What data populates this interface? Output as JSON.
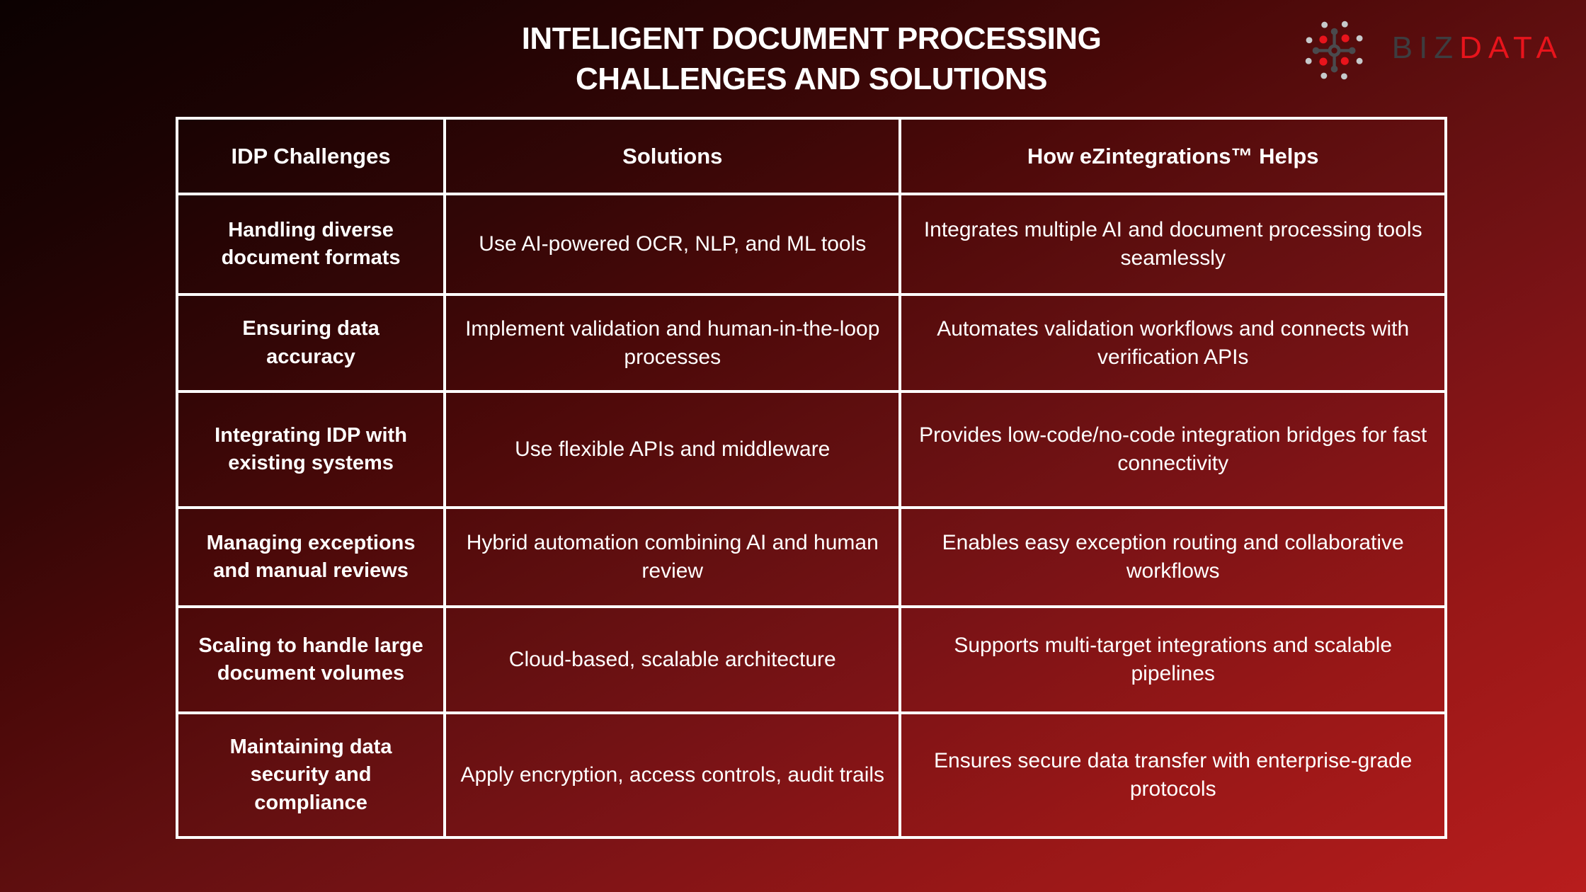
{
  "page": {
    "title_line1": "INTELIGENT DOCUMENT PROCESSING",
    "title_line2": "CHALLENGES AND SOLUTIONS"
  },
  "logo": {
    "brand": "BizData",
    "text_primary": "BIZ",
    "text_secondary": "DATA",
    "icon": "dot-network-icon",
    "colors": {
      "red": "#e8141c",
      "dark_gray": "#4a4a4d",
      "light_gray": "#c6c9cb"
    }
  },
  "colors": {
    "background_gradient_start": "#0b0101",
    "background_gradient_end": "#b81d1d",
    "table_border": "#ffffff",
    "text": "#ffffff"
  },
  "table": {
    "headers": [
      "IDP Challenges",
      "Solutions",
      "How eZintegrations™ Helps"
    ],
    "rows": [
      {
        "challenge": "Handling diverse\ndocument formats",
        "solution": "Use AI-powered OCR, NLP, and ML tools",
        "help": "Integrates multiple AI and document processing tools seamlessly"
      },
      {
        "challenge": "Ensuring data\naccuracy",
        "solution": "Implement validation and human-in-the-loop processes",
        "help": "Automates validation workflows and connects with verification APIs"
      },
      {
        "challenge": "Integrating IDP with\nexisting systems",
        "solution": "Use flexible APIs and middleware",
        "help": "Provides low-code/no-code integration bridges for fast connectivity"
      },
      {
        "challenge": "Managing exceptions\nand manual reviews",
        "solution": "Hybrid automation combining AI and human review",
        "help": "Enables easy exception routing and collaborative workflows"
      },
      {
        "challenge": "Scaling to handle large\ndocument volumes",
        "solution": "Cloud-based, scalable architecture",
        "help": "Supports multi-target integrations and scalable pipelines"
      },
      {
        "challenge": "Maintaining data\nsecurity and\ncompliance",
        "solution": "Apply encryption, access controls, audit trails",
        "help": "Ensures secure data transfer with enterprise-grade protocols"
      }
    ]
  }
}
